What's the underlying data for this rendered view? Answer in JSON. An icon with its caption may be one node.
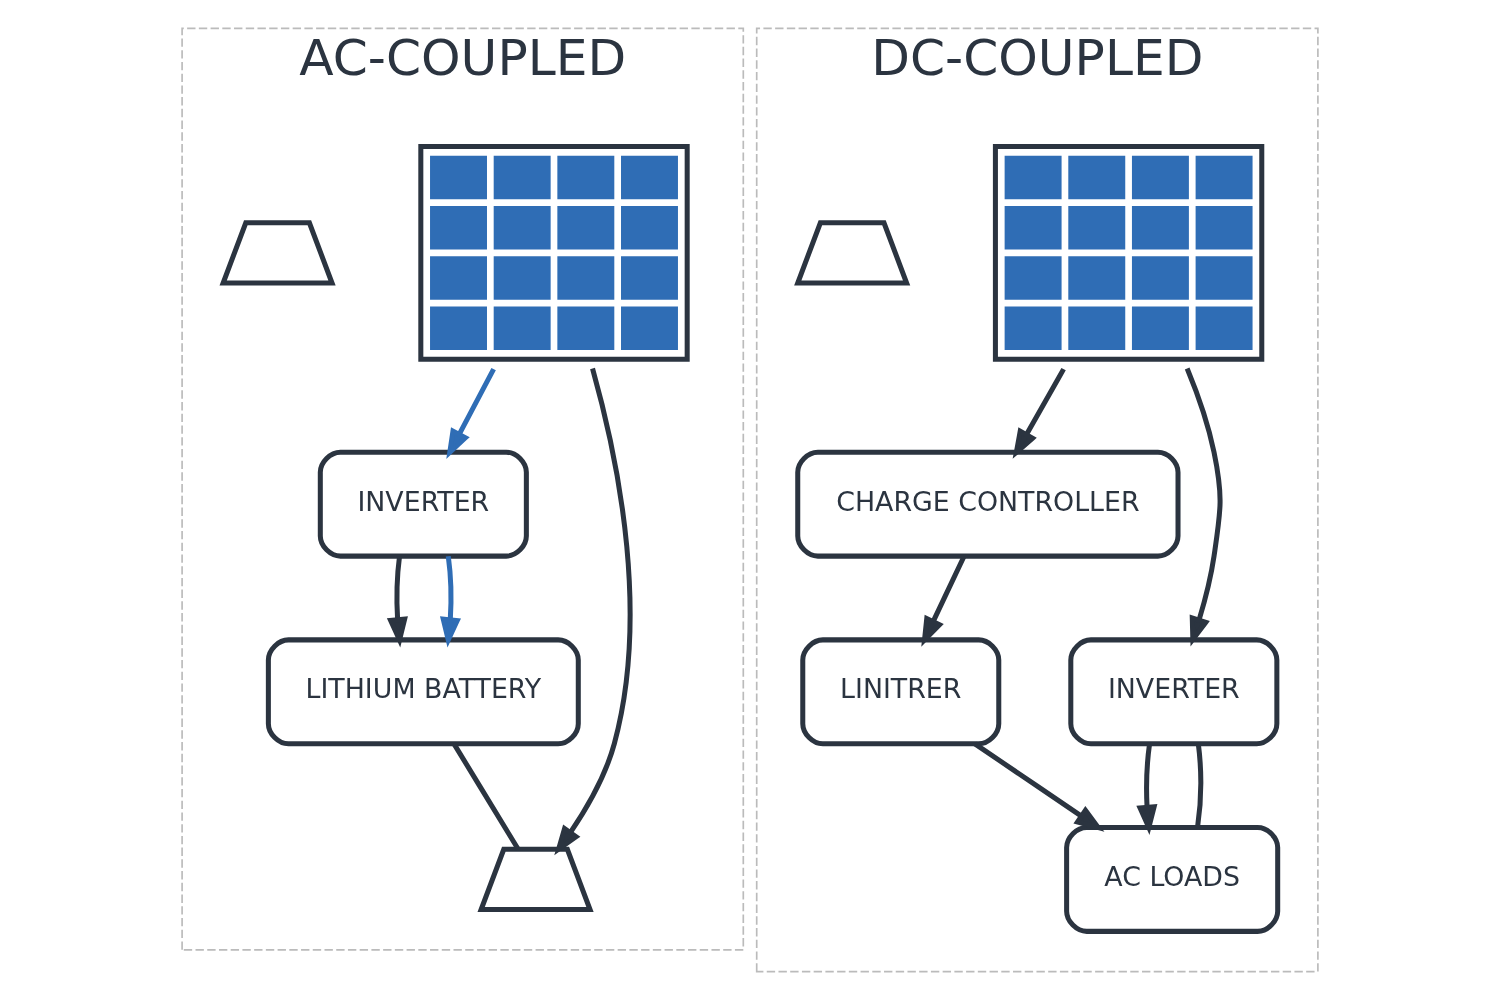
{
  "diagram": {
    "nodes": [
      {
        "text": [
          "AC-COUPLED"
        ]
      },
      {
        "text": [],
        "shape": "picture",
        "in": 0
      },
      {
        "text": [],
        "shape": "picture",
        "in": 0
      },
      {
        "text": [
          "INVERTER"
        ],
        "in": 0
      },
      {
        "text": [],
        "shape": "picture",
        "in": 0
      },
      {
        "text": [
          "LITHIUM BATTERY"
        ],
        "in": 0
      },
      {
        "text": [
          "DC-COUPLED"
        ]
      },
      {
        "text": [],
        "shape": "picture",
        "in": 6
      },
      {
        "text": [],
        "shape": "picture",
        "in": 6
      },
      {
        "text": [
          "CHARGE CONTROLLER"
        ],
        "in": 6
      },
      {
        "text": [
          "INVERTER"
        ],
        "in": 6
      },
      {
        "text": [
          "LINITRER"
        ],
        "in": 6
      },
      {
        "text": [
          "AC LOADS"
        ],
        "in": 6
      }
    ],
    "edges": [
      {
        "from": 1,
        "to": 4,
        "arrow": "to"
      },
      {
        "from": 1,
        "to": 3,
        "arrow": "to",
        "color": "#2f6db5"
      },
      {
        "from": 3,
        "to": 5,
        "arrow": "to"
      },
      {
        "from": 3,
        "to": 5,
        "arrow": "to",
        "color": "#2f6db5"
      },
      {
        "from": 5,
        "to": 4,
        "arrow": "none"
      },
      {
        "from": 7,
        "to": 9,
        "arrow": "to"
      },
      {
        "from": 7,
        "to": 10,
        "arrow": "to"
      },
      {
        "from": 9,
        "to": 11,
        "arrow": "to"
      },
      {
        "from": 10,
        "to": 12,
        "arrow": "to"
      },
      {
        "from": 11,
        "to": 12,
        "arrow": "to"
      },
      {
        "from": 10,
        "to": 12,
        "arrow": "none"
      }
    ]
  }
}
